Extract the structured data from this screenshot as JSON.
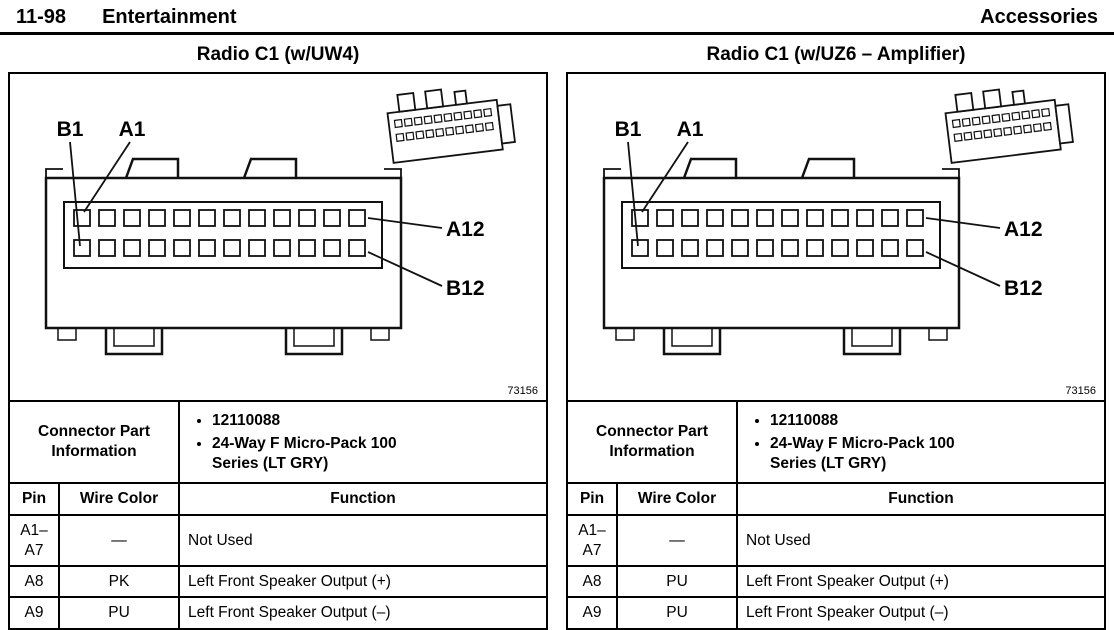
{
  "page": {
    "header": {
      "section_number": "11-98",
      "section_title": "Entertainment",
      "right_title": "Accessories"
    }
  },
  "panels": [
    {
      "title": "Radio C1 (w/UW4)",
      "figure_number": "73156",
      "connector_labels": {
        "b1": "B1",
        "a1": "A1",
        "a12": "A12",
        "b12": "B12"
      },
      "part_info": {
        "label": "Connector Part Information",
        "bullets": [
          "12110088",
          "24-Way F Micro-Pack 100 Series (LT GRY)"
        ]
      },
      "pin_table": {
        "headers": [
          "Pin",
          "Wire Color",
          "Function"
        ],
        "rows": [
          {
            "pin": "A1–\nA7",
            "color": "—",
            "function": "Not Used"
          },
          {
            "pin": "A8",
            "color": "PK",
            "function": "Left Front Speaker Output (+)"
          },
          {
            "pin": "A9",
            "color": "PU",
            "function": "Left Front Speaker Output (–)"
          }
        ]
      }
    },
    {
      "title": "Radio C1 (w/UZ6 – Amplifier)",
      "figure_number": "73156",
      "connector_labels": {
        "b1": "B1",
        "a1": "A1",
        "a12": "A12",
        "b12": "B12"
      },
      "part_info": {
        "label": "Connector Part Information",
        "bullets": [
          "12110088",
          "24-Way F Micro-Pack 100 Series (LT GRY)"
        ]
      },
      "pin_table": {
        "headers": [
          "Pin",
          "Wire Color",
          "Function"
        ],
        "rows": [
          {
            "pin": "A1–\nA7",
            "color": "—",
            "function": "Not Used"
          },
          {
            "pin": "A8",
            "color": "PU",
            "function": "Left Front Speaker Output (+)"
          },
          {
            "pin": "A9",
            "color": "PU",
            "function": "Left Front Speaker Output (–)"
          }
        ]
      }
    }
  ]
}
